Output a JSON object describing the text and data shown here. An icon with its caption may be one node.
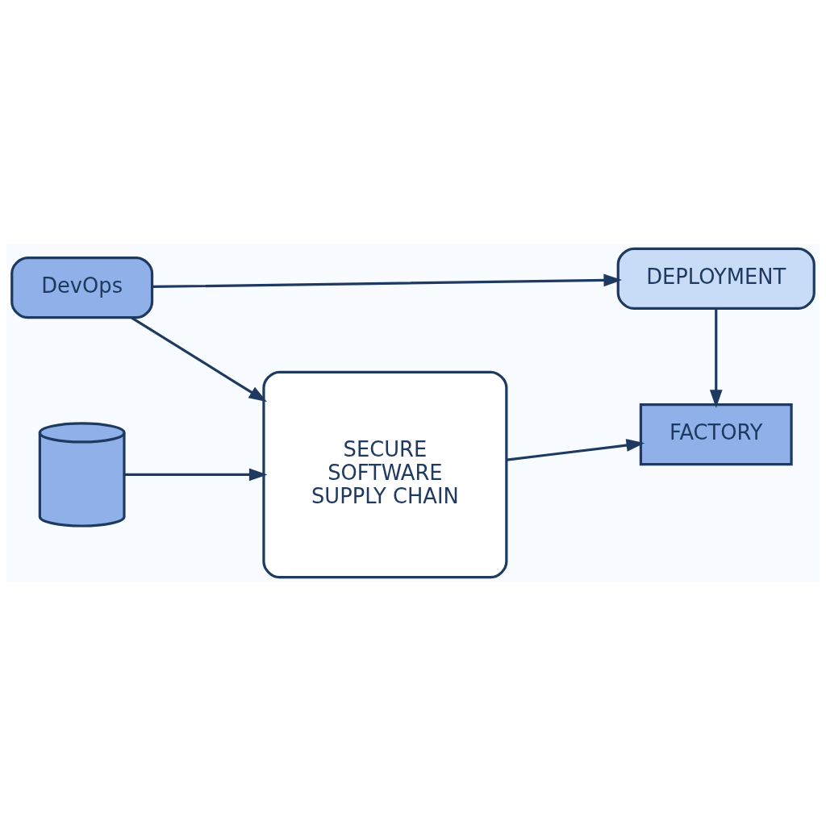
{
  "diagram": {
    "nodes": [
      {
        "text": [
          "DevOps"
        ]
      },
      {
        "text": [
          "DEPLOYMENT"
        ]
      },
      {
        "text": [
          "SECURE SOFTWARE SUPPLY CHAIN"
        ]
      },
      {
        "text": [],
        "shape": "cylinder"
      },
      {
        "text": [
          "FACTORY"
        ]
      }
    ],
    "edges": [
      {
        "from": 0,
        "to": 1,
        "arrow": "to"
      },
      {
        "from": 0,
        "to": 2,
        "arrow": "to"
      },
      {
        "from": 3,
        "to": 2,
        "arrow": "to"
      },
      {
        "from": 1,
        "to": 4,
        "arrow": "to"
      },
      {
        "from": 2,
        "to": 4,
        "arrow": "to"
      }
    ]
  }
}
